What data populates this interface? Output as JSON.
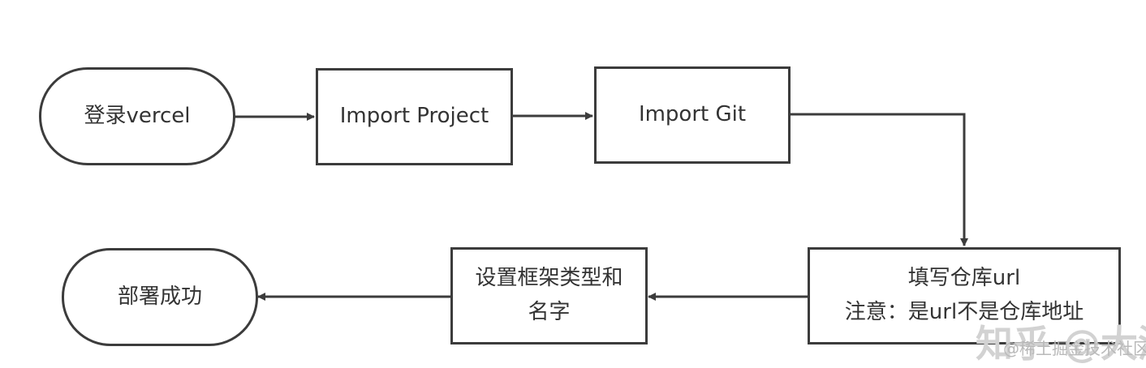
{
  "nodes": {
    "login": "登录vercel",
    "import_project": "Import Project",
    "import_git": "Import Git",
    "fill_repo": {
      "line1": "填写仓库url",
      "line2": "注意：是url不是仓库地址"
    },
    "set_framework": {
      "line1": "设置框架类型和",
      "line2": "名字"
    },
    "deploy_success": "部署成功"
  },
  "watermark": {
    "brand": "知乎 @大湖",
    "community": "@稀土掘金技术社区"
  },
  "colors": {
    "stroke": "#3c3c3c",
    "text": "#333333",
    "background": "#ffffff"
  }
}
